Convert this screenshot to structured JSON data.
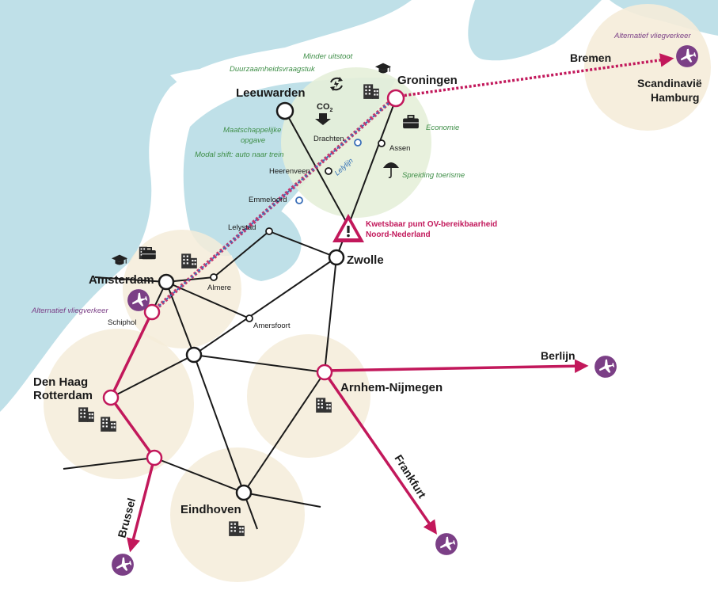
{
  "cities": {
    "groningen": "Groningen",
    "leeuwarden": "Leeuwarden",
    "zwolle": "Zwolle",
    "amsterdam": "Amsterdam",
    "den_haag": "Den Haag",
    "rotterdam": "Rotterdam",
    "arnhem_nijmegen": "Arnhem-Nijmegen",
    "eindhoven": "Eindhoven",
    "drachten": "Drachten",
    "assen": "Assen",
    "heerenveen": "Heerenveen",
    "emmeloord": "Emmeloord",
    "lelystad": "Lelystad",
    "almere": "Almere",
    "amersfoort": "Amersfoort",
    "schiphol": "Schiphol"
  },
  "destinations": {
    "bremen": "Bremen",
    "scandinavie": "Scandinavië",
    "hamburg": "Hamburg",
    "berlijn": "Berlijn",
    "frankfurt": "Frankfurt",
    "brussel": "Brussel"
  },
  "lelylijn": "Lelylijn",
  "co2": "CO",
  "co2_sub": "2",
  "notes": {
    "duurzaamheid": "Duurzaamheidsvraagstuk",
    "minder_uitstoot": "Minder uitstoot",
    "maatschappelijk_1": "Maatschappelijke",
    "maatschappelijk_2": "opgave",
    "modal_shift": "Modal shift: auto naar trein",
    "economie": "Economie",
    "spreiding": "Spreiding toerisme",
    "warn_1": "Kwetsbaar punt OV-bereikbaarheid",
    "warn_2": "Noord-Nederland",
    "flight_nw": "Alternatief vliegverkeer",
    "flight_ne": "Alternatief vliegverkeer"
  },
  "colors": {
    "sea": "#bfe0e8",
    "land": "#ffffff",
    "circle_north": "#e6efd9",
    "circle_warm": "#f5ecd9",
    "rail": "#1a1a1a",
    "international": "#c2185b",
    "lelylijn": "#3a6fb8",
    "green": "#3e8e47",
    "plane": "#7b3f86"
  },
  "icons": [
    "plane-icon",
    "office-building-icon",
    "graduation-cap-icon",
    "briefcase-icon",
    "umbrella-icon",
    "warning-triangle-icon",
    "cycle-arrows-icon",
    "down-arrow-icon"
  ]
}
